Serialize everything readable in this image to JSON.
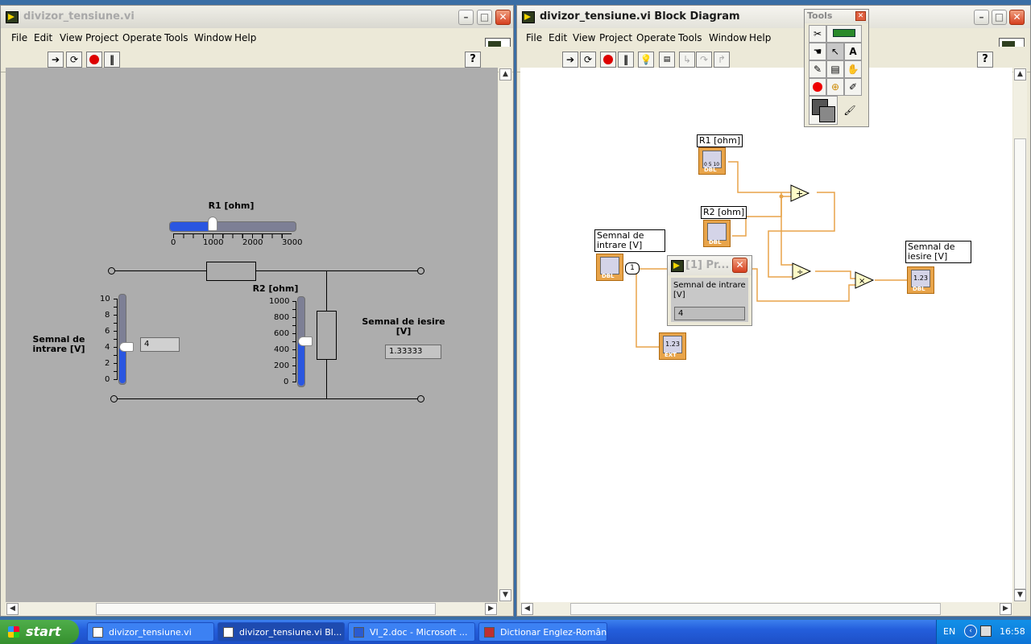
{
  "front_panel": {
    "title": "divizor_tensiune.vi",
    "menu": [
      "File",
      "Edit",
      "View",
      "Project",
      "Operate",
      "Tools",
      "Window",
      "Help"
    ],
    "controls": {
      "r1": {
        "label": "R1 [ohm]",
        "ticks": [
          "0",
          "1000",
          "2000",
          "3000"
        ],
        "min": 0,
        "max": 3000,
        "value": 1000
      },
      "r2": {
        "label": "R2 [ohm]",
        "ticks": [
          "1000",
          "800",
          "600",
          "400",
          "200",
          "0"
        ],
        "min": 0,
        "max": 1000,
        "value": 500
      },
      "input": {
        "label": "Semnal de intrare [V]",
        "ticks": [
          "10",
          "8",
          "6",
          "4",
          "2",
          "0"
        ],
        "min": 0,
        "max": 10,
        "value": 4,
        "display": "4"
      },
      "output": {
        "label": "Semnal de iesire [V]",
        "display": "1.33333"
      }
    }
  },
  "block_diagram": {
    "title": "divizor_tensiune.vi Block Diagram",
    "menu": [
      "File",
      "Edit",
      "View",
      "Project",
      "Operate",
      "Tools",
      "Window",
      "Help"
    ],
    "terminals": {
      "r1_label": "R1 [ohm]",
      "r2_label": "R2 [ohm]",
      "input_label": "Semnal de intrare [V]",
      "output_label": "Semnal de iesire [V]",
      "dbl": "DBL",
      "ext": "EXT",
      "num_text": "1.23",
      "r1_scale": "0 5 10",
      "const_value": "1"
    },
    "probe": {
      "title": "[1] Pr...",
      "label": "Semnal de intrare [V]",
      "value": "4"
    },
    "operators": {
      "add": "+",
      "divide": "÷",
      "multiply": "×"
    }
  },
  "tools_palette": {
    "title": "Tools"
  },
  "taskbar": {
    "start": "start",
    "tasks": [
      "divizor_tensiune.vi",
      "divizor_tensiune.vi Bl...",
      "VI_2.doc - Microsoft ...",
      "Dictionar Englez-Român"
    ],
    "lang": "EN",
    "clock": "16:58"
  },
  "colors": {
    "panel_bg": "#adadad",
    "wire_orange": "#e8a44a",
    "slider_fill": "#2a56e0",
    "taskbar": "#245edc",
    "start_green": "#35902e"
  }
}
